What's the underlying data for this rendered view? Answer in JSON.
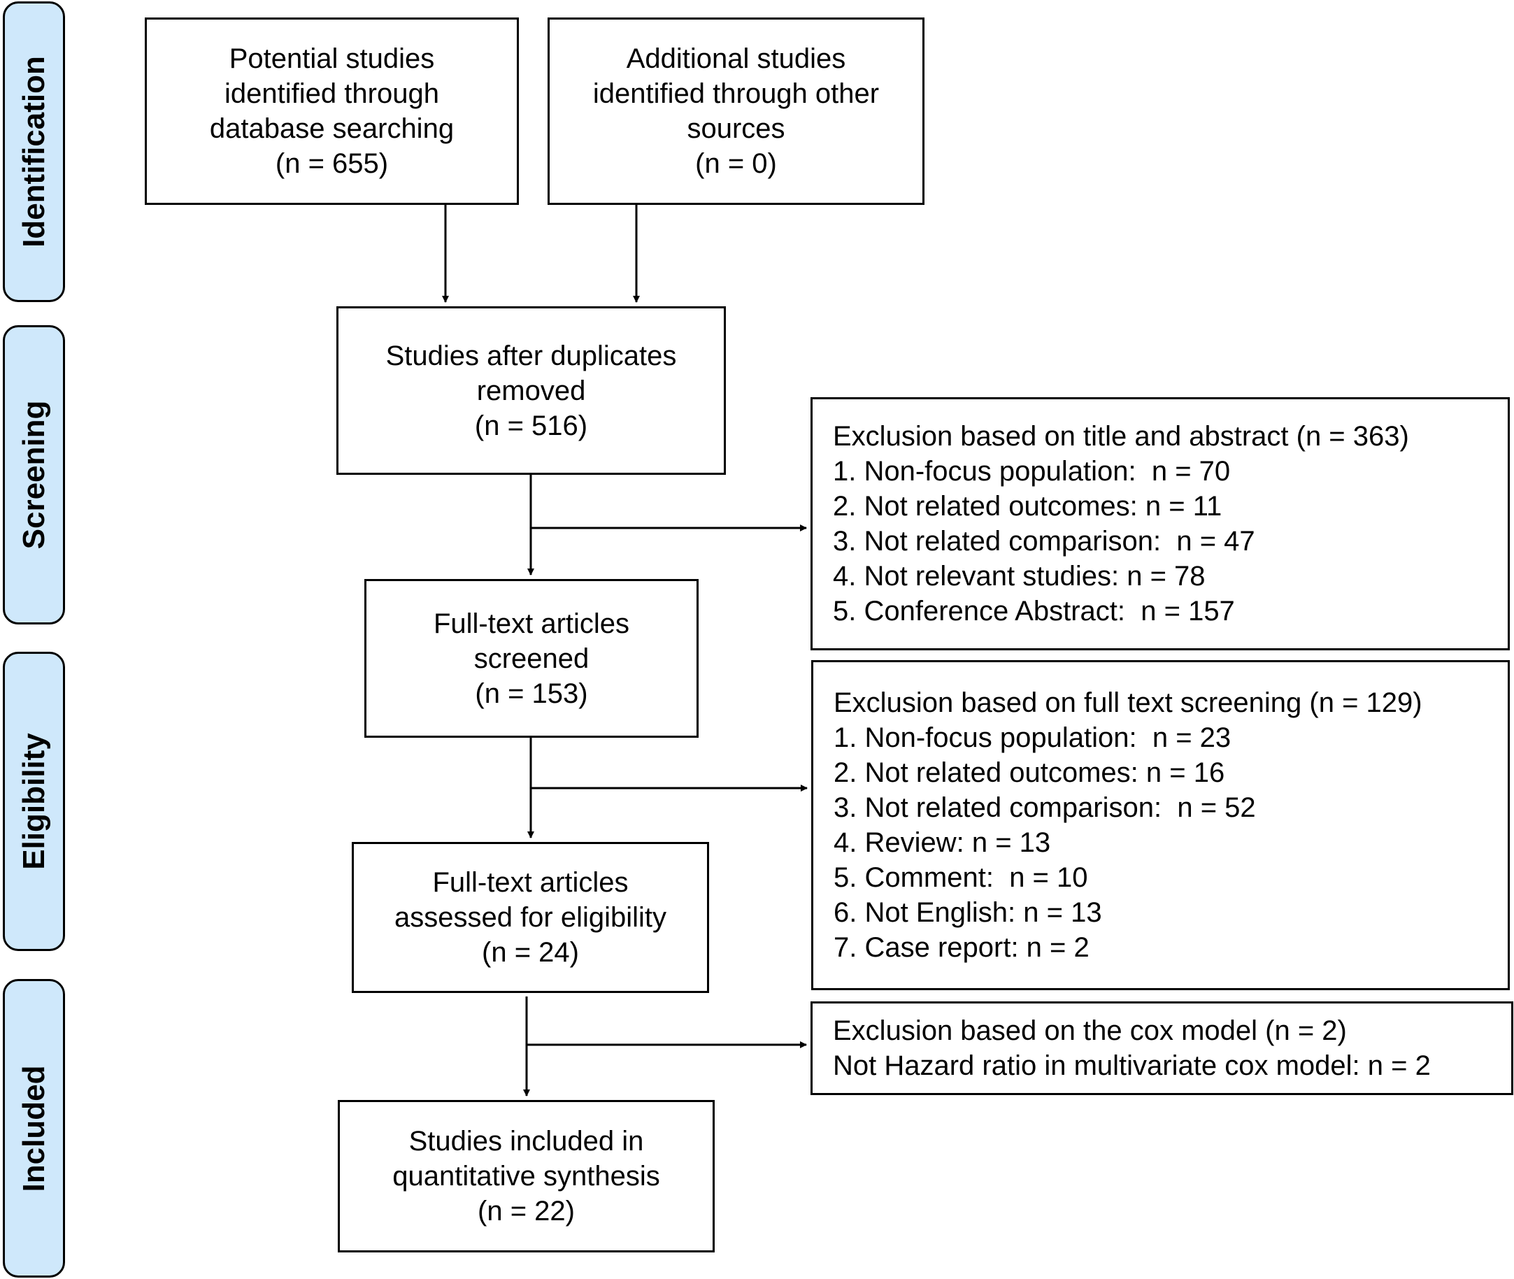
{
  "phases": {
    "identification": "Identification",
    "screening": "Screening",
    "eligibility": "Eligibility",
    "included": "Included"
  },
  "boxes": {
    "database": [
      "Potential studies",
      "identified through",
      "database searching",
      "(n = 655)"
    ],
    "other_sources": [
      "Additional studies",
      "identified through other",
      "sources",
      "(n = 0)"
    ],
    "after_duplicates": [
      "Studies after duplicates",
      "removed",
      "(n = 516)"
    ],
    "fulltext_screened": [
      "Full-text articles",
      "screened",
      "(n = 153)"
    ],
    "fulltext_assessed": [
      "Full-text articles",
      "assessed for eligibility",
      "(n = 24)"
    ],
    "included": [
      "Studies included in",
      "quantitative synthesis",
      "(n = 22)"
    ]
  },
  "exclusions": {
    "title_abstract": {
      "heading": "Exclusion based on title and abstract (n = 363)",
      "items": [
        "1. Non-focus population:  n = 70",
        "2. Not related outcomes: n = 11",
        "3. Not related comparison:  n = 47",
        "4. Not relevant studies: n = 78",
        "5. Conference Abstract:  n = 157"
      ]
    },
    "full_text": {
      "heading": "Exclusion based on full text screening (n = 129)",
      "items": [
        "1. Non-focus population:  n = 23",
        "2. Not related outcomes: n = 16",
        "3. Not related comparison:  n = 52",
        "4. Review: n = 13",
        "5. Comment:  n = 10",
        "6. Not English: n = 13",
        "7. Case report: n = 2"
      ]
    },
    "cox_model": {
      "heading": "Exclusion based on the cox model (n = 2)",
      "items": [
        "Not Hazard ratio in multivariate cox model: n = 2"
      ]
    }
  }
}
